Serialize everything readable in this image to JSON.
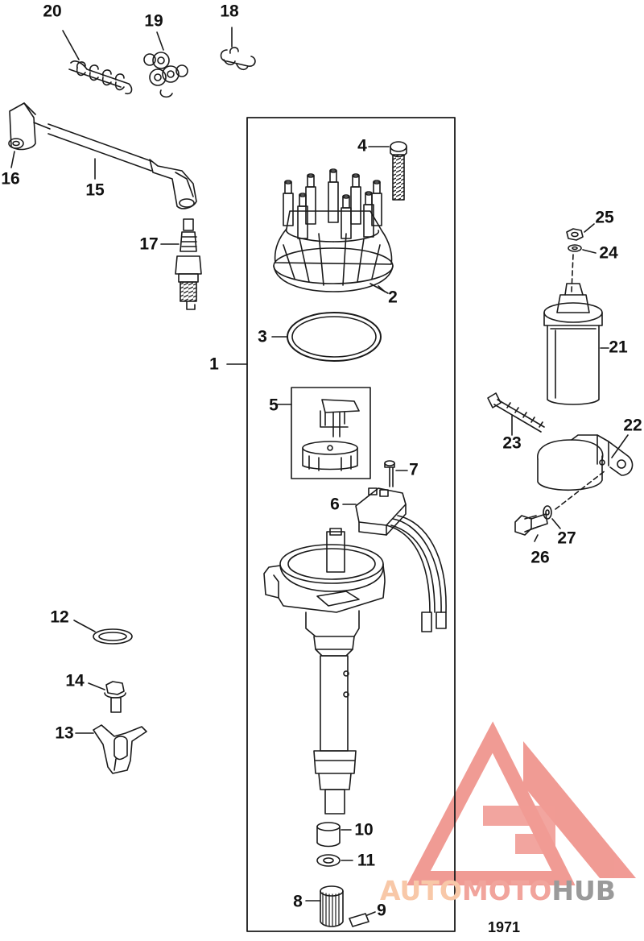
{
  "callouts": [
    "1",
    "2",
    "3",
    "4",
    "5",
    "6",
    "7",
    "8",
    "9",
    "10",
    "11",
    "12",
    "13",
    "14",
    "15",
    "16",
    "17",
    "18",
    "19",
    "20",
    "21",
    "22",
    "23",
    "24",
    "25",
    "26",
    "27"
  ],
  "figure_number": "1971",
  "watermark": {
    "part1": "AUTO",
    "part2": "MOTO",
    "part3": "HUB"
  },
  "colors": {
    "line": "#1a1a1a",
    "watermark_red": "#ee8a82",
    "watermark_orange": "#f8c8a8",
    "watermark_gray": "#9a9a9a"
  }
}
